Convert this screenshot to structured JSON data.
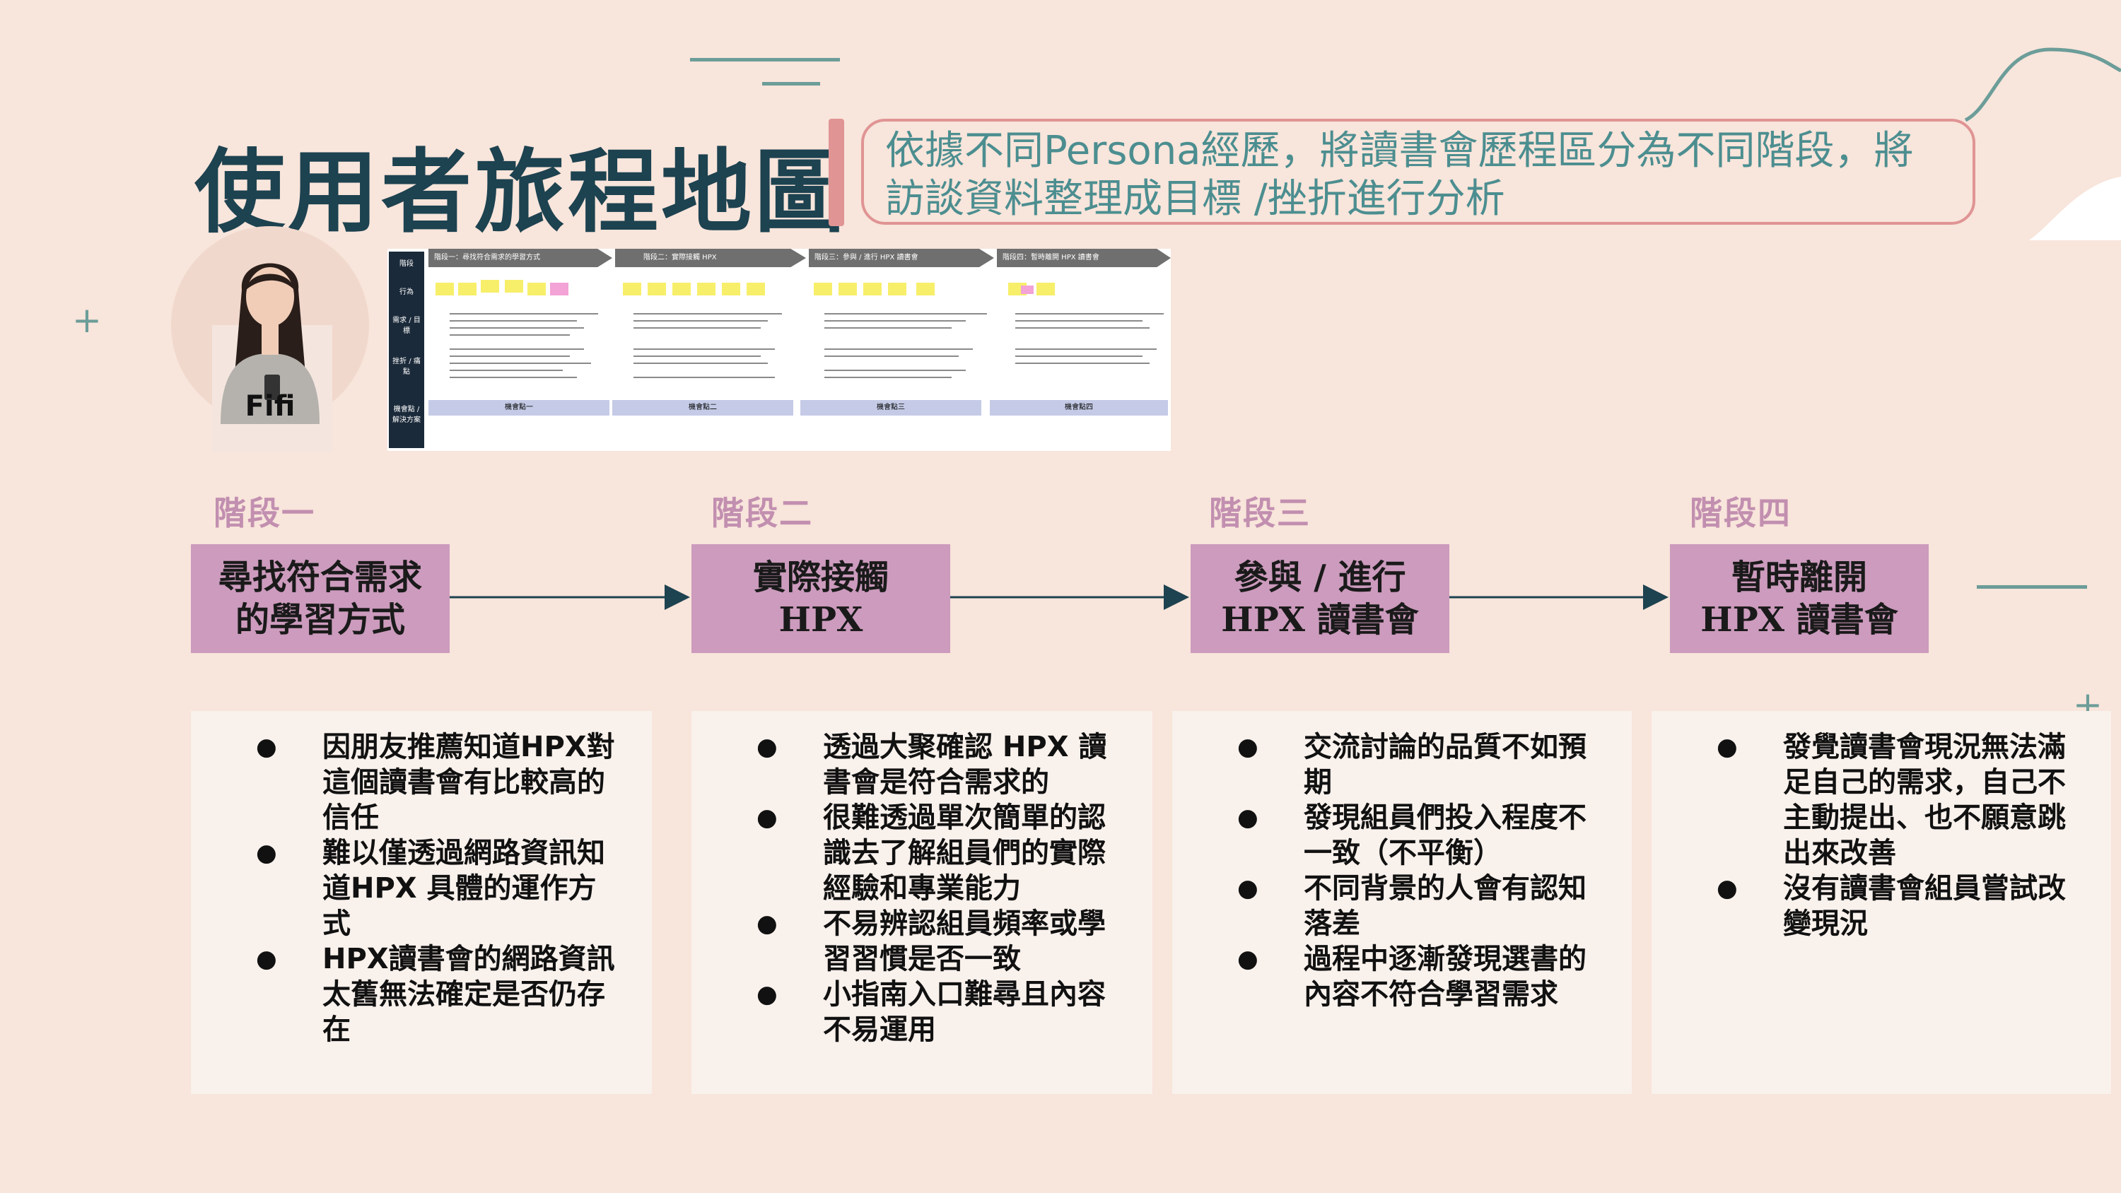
{
  "title": "使用者旅程地圖",
  "subtitle": "依據不同Persona經歷，將讀書會歷程區分為不同階段，將訪談資料整理成目標 /挫折進行分析",
  "persona": {
    "name": "Fifi"
  },
  "journey_map_thumbnail": {
    "row_labels": [
      "階段",
      "行為",
      "需求 / 目標",
      "挫折 / 痛點",
      "機會點 / 解決方案"
    ],
    "phase_headers": [
      "階段一：尋找符合需求的學習方式",
      "階段二：實際接觸 HPX",
      "階段三：參與 / 進行 HPX 讀書會",
      "階段四：暫時離開 HPX 讀書會"
    ],
    "opportunity_labels": [
      "機會點一",
      "機會點二",
      "機會點三",
      "機會點四"
    ]
  },
  "stages": [
    {
      "label": "階段一",
      "title": "尋找符合需求的學習方式",
      "bullets": [
        "因朋友推薦知道HPX對這個讀書會有比較高的信任",
        "難以僅透過網路資訊知道HPX 具體的運作方式",
        "HPX讀書會的網路資訊太舊無法確定是否仍存在"
      ]
    },
    {
      "label": "階段二",
      "title": "實際接觸HPX",
      "bullets": [
        "透過大聚確認 HPX 讀書會是符合需求的",
        "很難透過單次簡單的認識去了解組員們的實際經驗和專業能力",
        "不易辨認組員頻率或學習習慣是否一致",
        "小指南入口難尋且內容不易運用"
      ]
    },
    {
      "label": "階段三",
      "title": "參與 / 進行HPX 讀書會",
      "bullets": [
        "交流討論的品質不如預期",
        "發現組員們投入程度不一致（不平衡）",
        "不同背景的人會有認知落差",
        "過程中逐漸發現選書的內容不符合學習需求"
      ]
    },
    {
      "label": "階段四",
      "title": "暫時離開HPX 讀書會",
      "bullets": [
        "發覺讀書會現況無法滿足自己的需求，自己不主動提出、也不願意跳出來改善",
        "沒有讀書會組員嘗試改變現況"
      ]
    }
  ],
  "colors": {
    "background": "#f8e5db",
    "title": "#1d4250",
    "accent": "#e09494",
    "teal": "#4c8e90",
    "stage_box": "#cc9bbd",
    "stage_label": "#c28fb0",
    "card": "#f9f1ec"
  },
  "icons": {
    "plus": "+",
    "bullet": "●"
  }
}
